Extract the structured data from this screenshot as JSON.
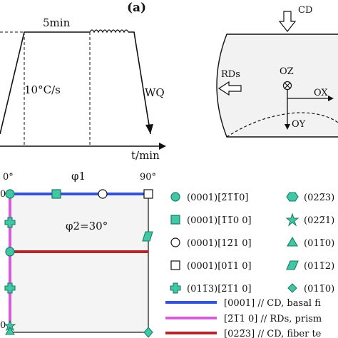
{
  "panel_label": "(a)",
  "heat_treatment": {
    "hold_time_label": "5min",
    "heating_rate_label": "10°C/s",
    "quench_label": "WQ",
    "time_axis_label": "t/min"
  },
  "sample_sketch": {
    "cd_label": "CD",
    "rds_label": "RDs",
    "oz_label": "OZ",
    "ox_label": "OX",
    "oy_label": "OY"
  },
  "odf_section": {
    "phi2_label": "φ2=30°",
    "phi1_label": "φ1",
    "phi1_start_tick": "0°",
    "phi1_end_tick": "90°",
    "phi_axis_tick_top": "0",
    "phi_axis_tick_bottom": "0"
  },
  "legend": {
    "orientations_left": [
      {
        "marker": "circle",
        "label": "(0001)[2̅1̅1̅0]"
      },
      {
        "marker": "square",
        "label": "(0001)[1̅1̅0 0]"
      },
      {
        "marker": "open-circle",
        "label": "(0001)[12̅1 0]"
      },
      {
        "marker": "open-square",
        "label": "(0001)[01̅1 0]"
      },
      {
        "marker": "cross",
        "label": "(011̅3)[2̅1̅1 0]"
      }
    ],
    "orientations_right": [
      {
        "marker": "hexagon",
        "label": "(022̅3)"
      },
      {
        "marker": "star",
        "label": "(022̅1)"
      },
      {
        "marker": "triangle",
        "label": "(011̅0)"
      },
      {
        "marker": "parallelogram",
        "label": "(011̅2)"
      },
      {
        "marker": "diamond",
        "label": "(011̅0)"
      }
    ],
    "fibers": [
      {
        "color": "#3452d6",
        "label": "[0001] // CD, basal fi"
      },
      {
        "color": "#d65bd6",
        "label": "[2̅1̅1 0] // RDs, prism"
      },
      {
        "color": "#b5262b",
        "label": "[022̅3] // CD, fiber te"
      }
    ]
  },
  "colors": {
    "marker_fill": "#3fc7a6",
    "marker_stroke": "#1b7a63",
    "basal_fiber": "#3452d6",
    "prism_fiber": "#d65bd6",
    "pyramidal_fiber": "#b5262b"
  }
}
